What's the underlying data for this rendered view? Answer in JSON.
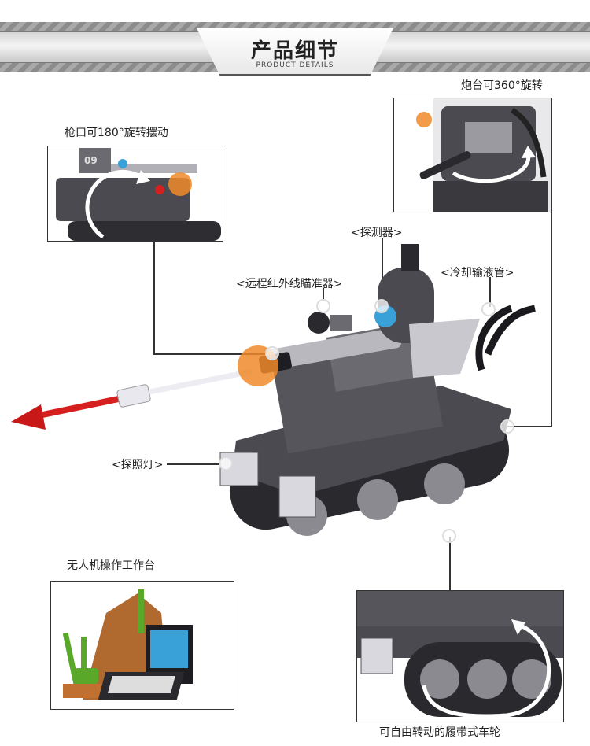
{
  "header": {
    "title": "产品细节",
    "subtitle": "PRODUCT DETAILS"
  },
  "callouts": {
    "turret_rotation": "炮台可360°旋转",
    "gun_swing": "枪口可180°旋转摆动",
    "detector": "<探测器>",
    "ir_sight": "<远程红外线瞄准器>",
    "coolant_pipe": "<冷却输液管>",
    "searchlight": "<探照灯>",
    "drone_station": "无人机操作工作台",
    "tracks": "可自由转动的履带式车轮"
  },
  "model": {
    "turret_number": "09"
  },
  "colors": {
    "tank_dark": "#3c3c40",
    "tank_mid": "#5a5a60",
    "tank_light": "#9a9aa0",
    "missile_red": "#d62020",
    "lens_orange": "#f08a2a",
    "sight_blue": "#3aa0d8",
    "leaf_green": "#5aa82a",
    "rock_brown": "#b06a30"
  }
}
